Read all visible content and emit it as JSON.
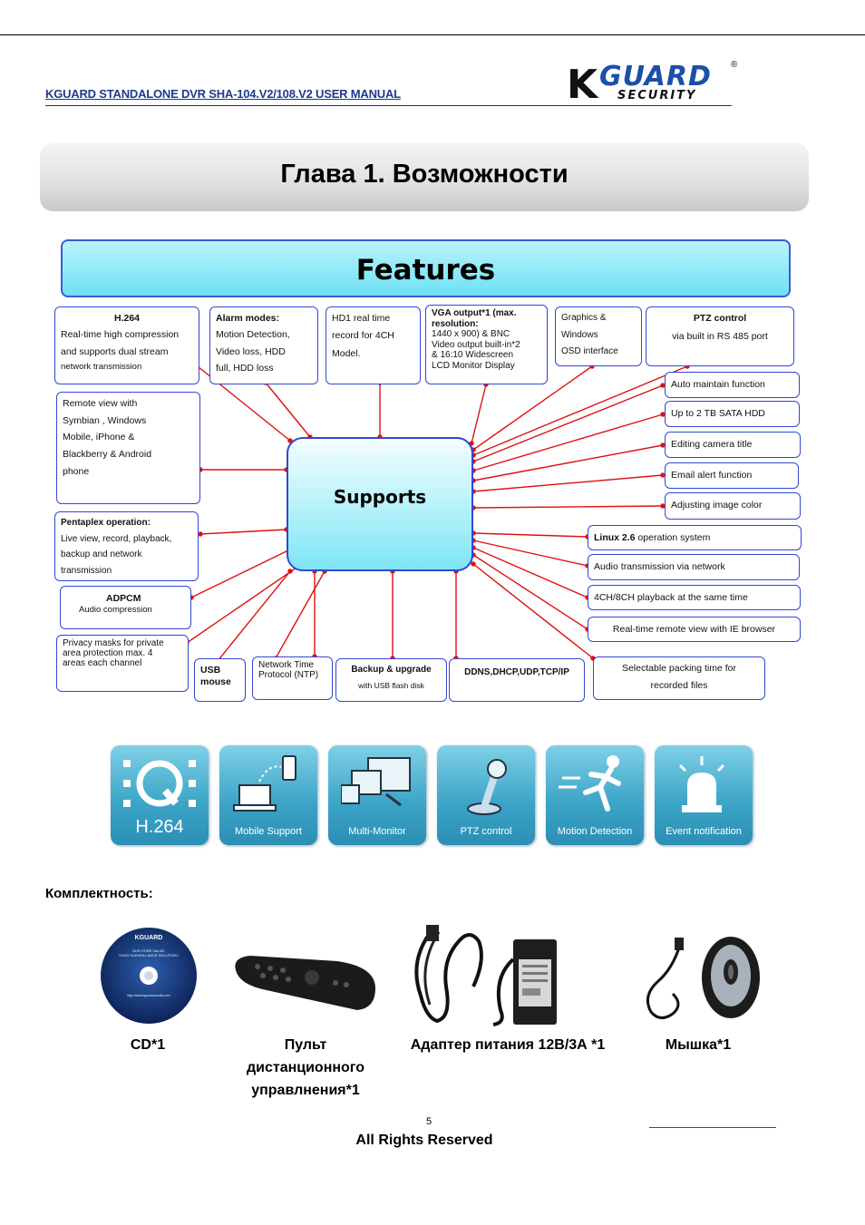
{
  "header": {
    "manual_title": "KGUARD STANDALONE DVR SHA-104.V2/108.V2 USER MANUAL",
    "logo": {
      "k": "K",
      "guard": "GUARD",
      "security": "SECURITY",
      "reg": "®"
    }
  },
  "chapter_title": "Глава 1. Возможности",
  "diagram": {
    "banner": "Features",
    "center": "Supports",
    "boxes": {
      "h264": {
        "title": "H.264",
        "lines": [
          "Real-time high compression",
          "and supports dual stream",
          "network transmission"
        ]
      },
      "alarm": {
        "title": "Alarm modes:",
        "lines": [
          "Motion Detection,",
          "Video loss, HDD",
          "full, HDD loss"
        ]
      },
      "hd1": {
        "lines": [
          "HD1 real time",
          "record for 4CH",
          "Model."
        ]
      },
      "vga": {
        "title": "VGA output*1 (max. resolution:",
        "lines": [
          "1440 x 900) & BNC",
          "Video output built-in*2",
          "& 16:10 Widescreen",
          "LCD Monitor Display"
        ]
      },
      "graphics": {
        "lines": [
          "Graphics &",
          "Windows",
          "OSD interface"
        ]
      },
      "ptz": {
        "title": "PTZ control",
        "lines": [
          "via built in RS 485 port"
        ]
      },
      "remote": {
        "lines": [
          "Remote view with",
          "Symbian , Windows",
          "Mobile, iPhone &",
          "Blackberry & Android",
          "phone"
        ]
      },
      "pentaplex": {
        "title": "Pentaplex operation:",
        "lines": [
          "Live view, record, playback,",
          "backup and network",
          "transmission"
        ]
      },
      "adpcm": {
        "title": "ADPCM",
        "lines": [
          "Audio compression"
        ]
      },
      "privacy": {
        "lines": [
          "Privacy masks for private",
          "area protection max. 4",
          "areas each channel"
        ]
      },
      "usb": {
        "lines": [
          "USB",
          "mouse"
        ]
      },
      "ntp": {
        "lines": [
          "Network Time",
          "Protocol (NTP)"
        ]
      },
      "backup": {
        "title": "Backup & upgrade",
        "lines": [
          "with USB flash disk"
        ]
      },
      "ddns": {
        "title": "DDNS,DHCP,UDP,TCP/IP"
      },
      "packing": {
        "lines": [
          "Selectable packing time for",
          "recorded files"
        ]
      },
      "auto_maintain": "Auto maintain function",
      "hdd": "Up to 2 TB SATA HDD",
      "camera_title": "Editing camera title",
      "email": "Email alert function",
      "image_color": "Adjusting image color",
      "linux": {
        "bold": "Linux 2.6",
        "rest": " operation system"
      },
      "audio": "Audio transmission via network",
      "playback": "4CH/8CH playback at the same time",
      "ie": "Real-time remote view with IE browser"
    }
  },
  "icons": [
    {
      "name": "h264",
      "label": "H.264",
      "icon": "quicktime-icon"
    },
    {
      "name": "mobile",
      "label": "Mobile Support",
      "icon": "laptop-phone-icon"
    },
    {
      "name": "multimonitor",
      "label": "Multi-Monitor",
      "icon": "monitor-icon"
    },
    {
      "name": "ptz",
      "label": "PTZ control",
      "icon": "joystick-icon"
    },
    {
      "name": "motion",
      "label": "Motion Detection",
      "icon": "running-man-icon"
    },
    {
      "name": "event",
      "label": "Event notification",
      "icon": "alarm-light-icon"
    }
  ],
  "package_title": "Комплектность:",
  "products": [
    {
      "label": "CD*1",
      "disc_text": [
        "KGUARD",
        "OUR CORE VALUE,",
        "YOUR SURVEILLANCE SOLUTION !",
        "http://www.kguardsecurity.com"
      ]
    },
    {
      "label": "Пульт дистанционного управлнения*1"
    },
    {
      "label": "Адаптер питания 12В/3А *1"
    },
    {
      "label": "Мышка*1"
    }
  ],
  "footer": {
    "page_number": "5",
    "rights": "All Rights Reserved"
  },
  "colors": {
    "box_border": "#3346d6",
    "connector": "#e01010",
    "center_fill": "#7ee6f5",
    "header_blue": "#1f3a8a",
    "tile_blue": "#3aa3c6"
  }
}
